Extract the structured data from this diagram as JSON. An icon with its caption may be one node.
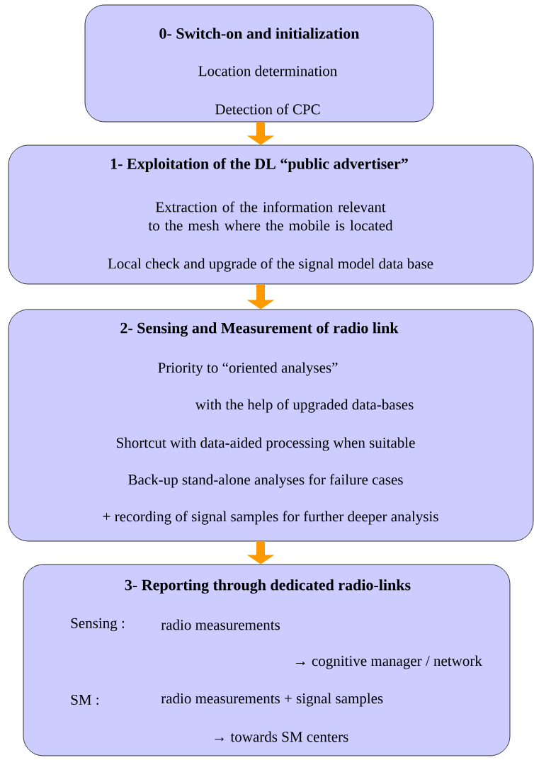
{
  "diagram": {
    "nodes": [
      {
        "text": [
          "0- Switch-on and initialization",
          "Location determination",
          "Detection of CPC"
        ]
      },
      {
        "text": [
          "1- Exploitation of  the DL “public advertiser”",
          "Extraction of the information relevant to the mesh where the mobile is located",
          "Local check and upgrade of the signal model data base"
        ]
      },
      {
        "text": [
          "2- Sensing and Measurement of radio link",
          "Priority to “oriented analyses”",
          "with the help of upgraded data-bases",
          "Shortcut with data-aided processing when suitable",
          "Back-up stand-alone analyses for failure cases",
          "+ recording of signal samples for further deeper analysis"
        ]
      },
      {
        "text": [
          "3- Reporting through dedicated radio-links",
          "Sensing :",
          "radio measurements",
          "→ cognitive manager / network",
          "SM :",
          "radio measurements + signal samples",
          "→ towards SM centers"
        ]
      }
    ],
    "edges": [
      {
        "from": 0,
        "to": 1,
        "arrow": "to"
      },
      {
        "from": 1,
        "to": 2,
        "arrow": "to"
      },
      {
        "from": 2,
        "to": 3,
        "arrow": "to"
      }
    ]
  }
}
